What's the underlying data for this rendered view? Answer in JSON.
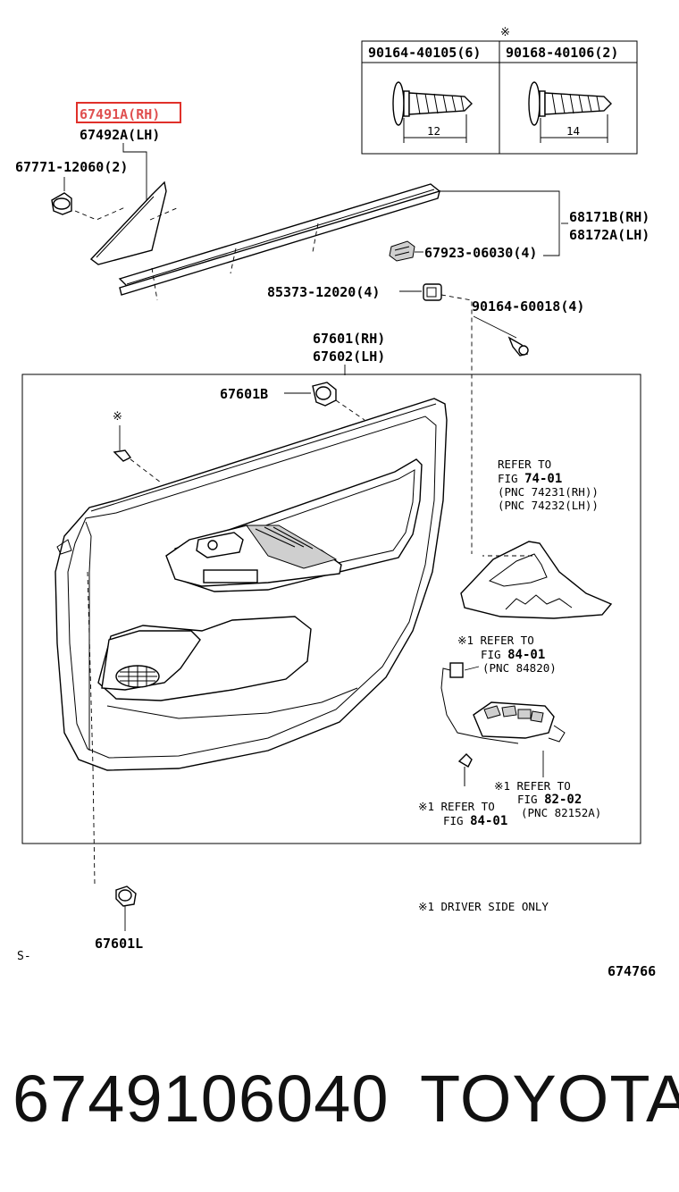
{
  "callouts": {
    "note_mark": "※",
    "screw_table": {
      "col1_header": "90164-40105(6)",
      "col2_header": "90168-40106(2)",
      "col1_length": "12",
      "col2_length": "14"
    },
    "moulding_rh": "67491A(RH)",
    "moulding_lh": "67492A(LH)",
    "clip_upper": "67771-12060(2)",
    "weatherstrip_rh": "68171B(RH)",
    "weatherstrip_lh": "68172A(LH)",
    "retainer": "67923-06030(4)",
    "nut": "85373-12020(4)",
    "screw_small": "90164-60018(4)",
    "trim_board_rh": "67601(RH)",
    "trim_board_lh": "67602(LH)",
    "clip_b": "67601B",
    "clip_l": "67601L",
    "refer_74_line1": "REFER TO",
    "refer_74_line2": "FIG ",
    "refer_74_fig": "74-01",
    "refer_74_pnc1": "(PNC 74231(RH))",
    "refer_74_pnc2": "(PNC 74232(LH))",
    "refer_84a_line1": "※1 REFER TO",
    "refer_84a_line2": "FIG ",
    "refer_84a_fig": "84-01",
    "refer_84a_pnc": "(PNC 84820)",
    "refer_82_line1": "※1 REFER TO",
    "refer_82_line2": "FIG ",
    "refer_82_fig": "82-02",
    "refer_82_pnc": "(PNC 82152A)",
    "refer_84b_line1": "※1 REFER TO",
    "refer_84b_line2": "FIG ",
    "refer_84b_fig": "84-01",
    "driver_note": "※1 DRIVER SIDE ONLY",
    "section_mark": "S-",
    "diagram_code": "674766"
  },
  "highlight_color": "#e0302a",
  "footer": {
    "part_number": "6749106040",
    "brand": "TOYOTA"
  }
}
